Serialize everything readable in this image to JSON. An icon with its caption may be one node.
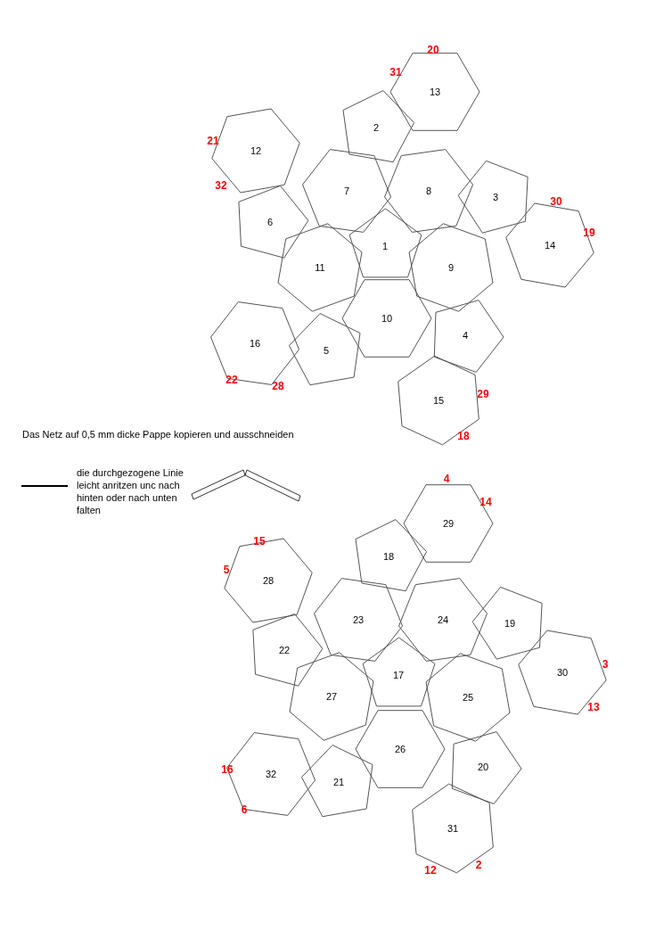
{
  "diagram": {
    "nodes": [
      {
        "text": [
          "1"
        ]
      },
      {
        "text": [
          "2"
        ]
      },
      {
        "text": [
          "3"
        ]
      },
      {
        "text": [
          "4"
        ]
      },
      {
        "text": [
          "5"
        ]
      },
      {
        "text": [
          "6"
        ]
      },
      {
        "text": [
          "7"
        ]
      },
      {
        "text": [
          "8"
        ]
      },
      {
        "text": [
          "9"
        ]
      },
      {
        "text": [
          "10"
        ]
      },
      {
        "text": [
          "11"
        ]
      },
      {
        "text": [
          "12"
        ]
      },
      {
        "text": [
          "13"
        ]
      },
      {
        "text": [
          "14"
        ]
      },
      {
        "text": [
          "15"
        ]
      },
      {
        "text": [
          "16"
        ]
      },
      {
        "text": [
          "17"
        ]
      },
      {
        "text": [
          "18"
        ]
      },
      {
        "text": [
          "19"
        ]
      },
      {
        "text": [
          "20"
        ]
      },
      {
        "text": [
          "21"
        ]
      },
      {
        "text": [
          "22"
        ]
      },
      {
        "text": [
          "23"
        ]
      },
      {
        "text": [
          "24"
        ]
      },
      {
        "text": [
          "25"
        ]
      },
      {
        "text": [
          "26"
        ]
      },
      {
        "text": [
          "27"
        ]
      },
      {
        "text": [
          "28"
        ]
      },
      {
        "text": [
          "29"
        ]
      },
      {
        "text": [
          "30"
        ]
      },
      {
        "text": [
          "31"
        ]
      },
      {
        "text": [
          "32"
        ]
      }
    ],
    "labels": [
      "20",
      "31",
      "21",
      "32",
      "30",
      "19",
      "22",
      "28",
      "29",
      "18",
      "Das Netz auf 0,5 mm dicke Pappe kopieren und ausschneiden",
      "4",
      "14",
      "15",
      "5",
      "3",
      "13",
      "16",
      "6",
      "12",
      "2"
    ],
    "legend": [
      {
        "text": "die durchgezogene Linie leicht anritzen unc nach hinten oder nach unten falten"
      }
    ]
  }
}
